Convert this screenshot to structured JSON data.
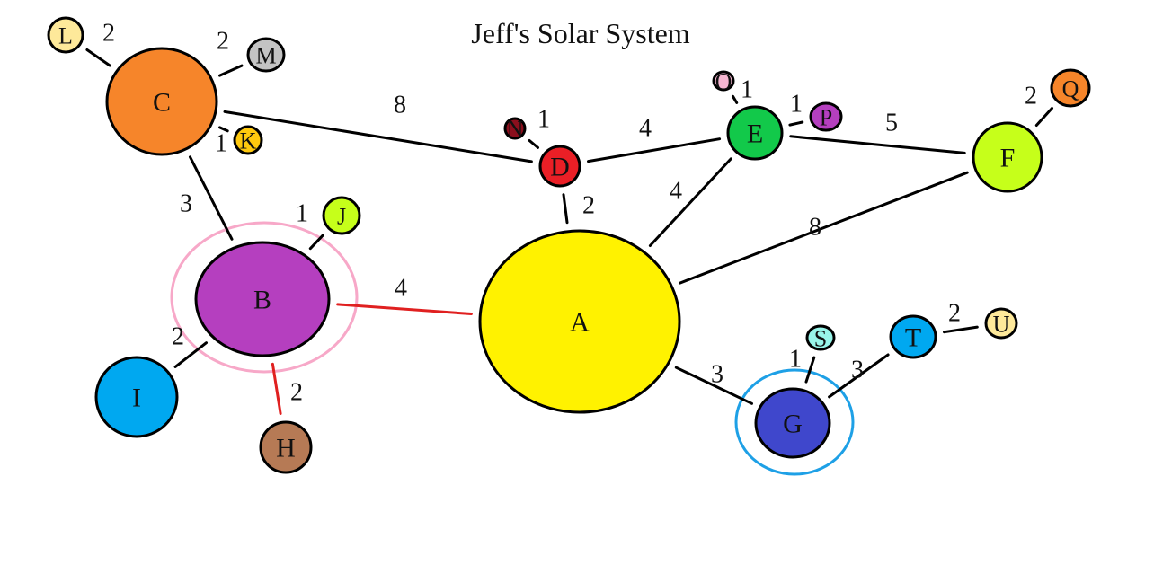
{
  "title": "Jeff's Solar System",
  "nodes": {
    "A": {
      "label": "A",
      "color": "#fff200"
    },
    "B": {
      "label": "B",
      "color": "#b53fbf"
    },
    "C": {
      "label": "C",
      "color": "#f6852a"
    },
    "D": {
      "label": "D",
      "color": "#ea1f26"
    },
    "E": {
      "label": "E",
      "color": "#12c94a"
    },
    "F": {
      "label": "F",
      "color": "#c6ff1a"
    },
    "G": {
      "label": "G",
      "color": "#3f47cc"
    },
    "H": {
      "label": "H",
      "color": "#b67a55"
    },
    "I": {
      "label": "I",
      "color": "#00a8f0"
    },
    "J": {
      "label": "J",
      "color": "#c6ff1a"
    },
    "K": {
      "label": "K",
      "color": "#ffc90e"
    },
    "L": {
      "label": "L",
      "color": "#fee99a"
    },
    "M": {
      "label": "M",
      "color": "#c3c3c3"
    },
    "N": {
      "label": "N",
      "color": "#8b0f1d"
    },
    "O": {
      "label": "O",
      "color": "#f6b6d1"
    },
    "P": {
      "label": "P",
      "color": "#b53fbf"
    },
    "Q": {
      "label": "Q",
      "color": "#f6852a"
    },
    "S": {
      "label": "S",
      "color": "#98f5e9"
    },
    "T": {
      "label": "T",
      "color": "#00a8f0"
    },
    "U": {
      "label": "U",
      "color": "#fee99a"
    }
  },
  "edges": [
    {
      "from": "C",
      "to": "D",
      "weight": "8",
      "highlighted": false
    },
    {
      "from": "C",
      "to": "B",
      "weight": "3",
      "highlighted": false
    },
    {
      "from": "C",
      "to": "L",
      "weight": "2",
      "highlighted": false
    },
    {
      "from": "C",
      "to": "M",
      "weight": "2",
      "highlighted": false
    },
    {
      "from": "C",
      "to": "K",
      "weight": "1",
      "highlighted": false
    },
    {
      "from": "D",
      "to": "N",
      "weight": "1",
      "highlighted": false
    },
    {
      "from": "D",
      "to": "E",
      "weight": "4",
      "highlighted": false
    },
    {
      "from": "D",
      "to": "A",
      "weight": "2",
      "highlighted": false
    },
    {
      "from": "E",
      "to": "O",
      "weight": "1",
      "highlighted": false
    },
    {
      "from": "E",
      "to": "P",
      "weight": "1",
      "highlighted": false
    },
    {
      "from": "E",
      "to": "F",
      "weight": "5",
      "highlighted": false
    },
    {
      "from": "E",
      "to": "A",
      "weight": "4",
      "highlighted": false
    },
    {
      "from": "F",
      "to": "Q",
      "weight": "2",
      "highlighted": false
    },
    {
      "from": "F",
      "to": "A",
      "weight": "8",
      "highlighted": false
    },
    {
      "from": "B",
      "to": "J",
      "weight": "1",
      "highlighted": false
    },
    {
      "from": "B",
      "to": "A",
      "weight": "4",
      "highlighted": true
    },
    {
      "from": "B",
      "to": "I",
      "weight": "2",
      "highlighted": false
    },
    {
      "from": "B",
      "to": "H",
      "weight": "2",
      "highlighted": true
    },
    {
      "from": "A",
      "to": "G",
      "weight": "3",
      "highlighted": false
    },
    {
      "from": "G",
      "to": "S",
      "weight": "1",
      "highlighted": false
    },
    {
      "from": "G",
      "to": "T",
      "weight": "3",
      "highlighted": false
    },
    {
      "from": "T",
      "to": "U",
      "weight": "2",
      "highlighted": false
    }
  ],
  "rings": [
    {
      "node": "B",
      "color": "#f7a8c8"
    },
    {
      "node": "G",
      "color": "#1ea0e6"
    }
  ],
  "edge_colors": {
    "normal": "#000000",
    "highlighted": "#e02020"
  }
}
